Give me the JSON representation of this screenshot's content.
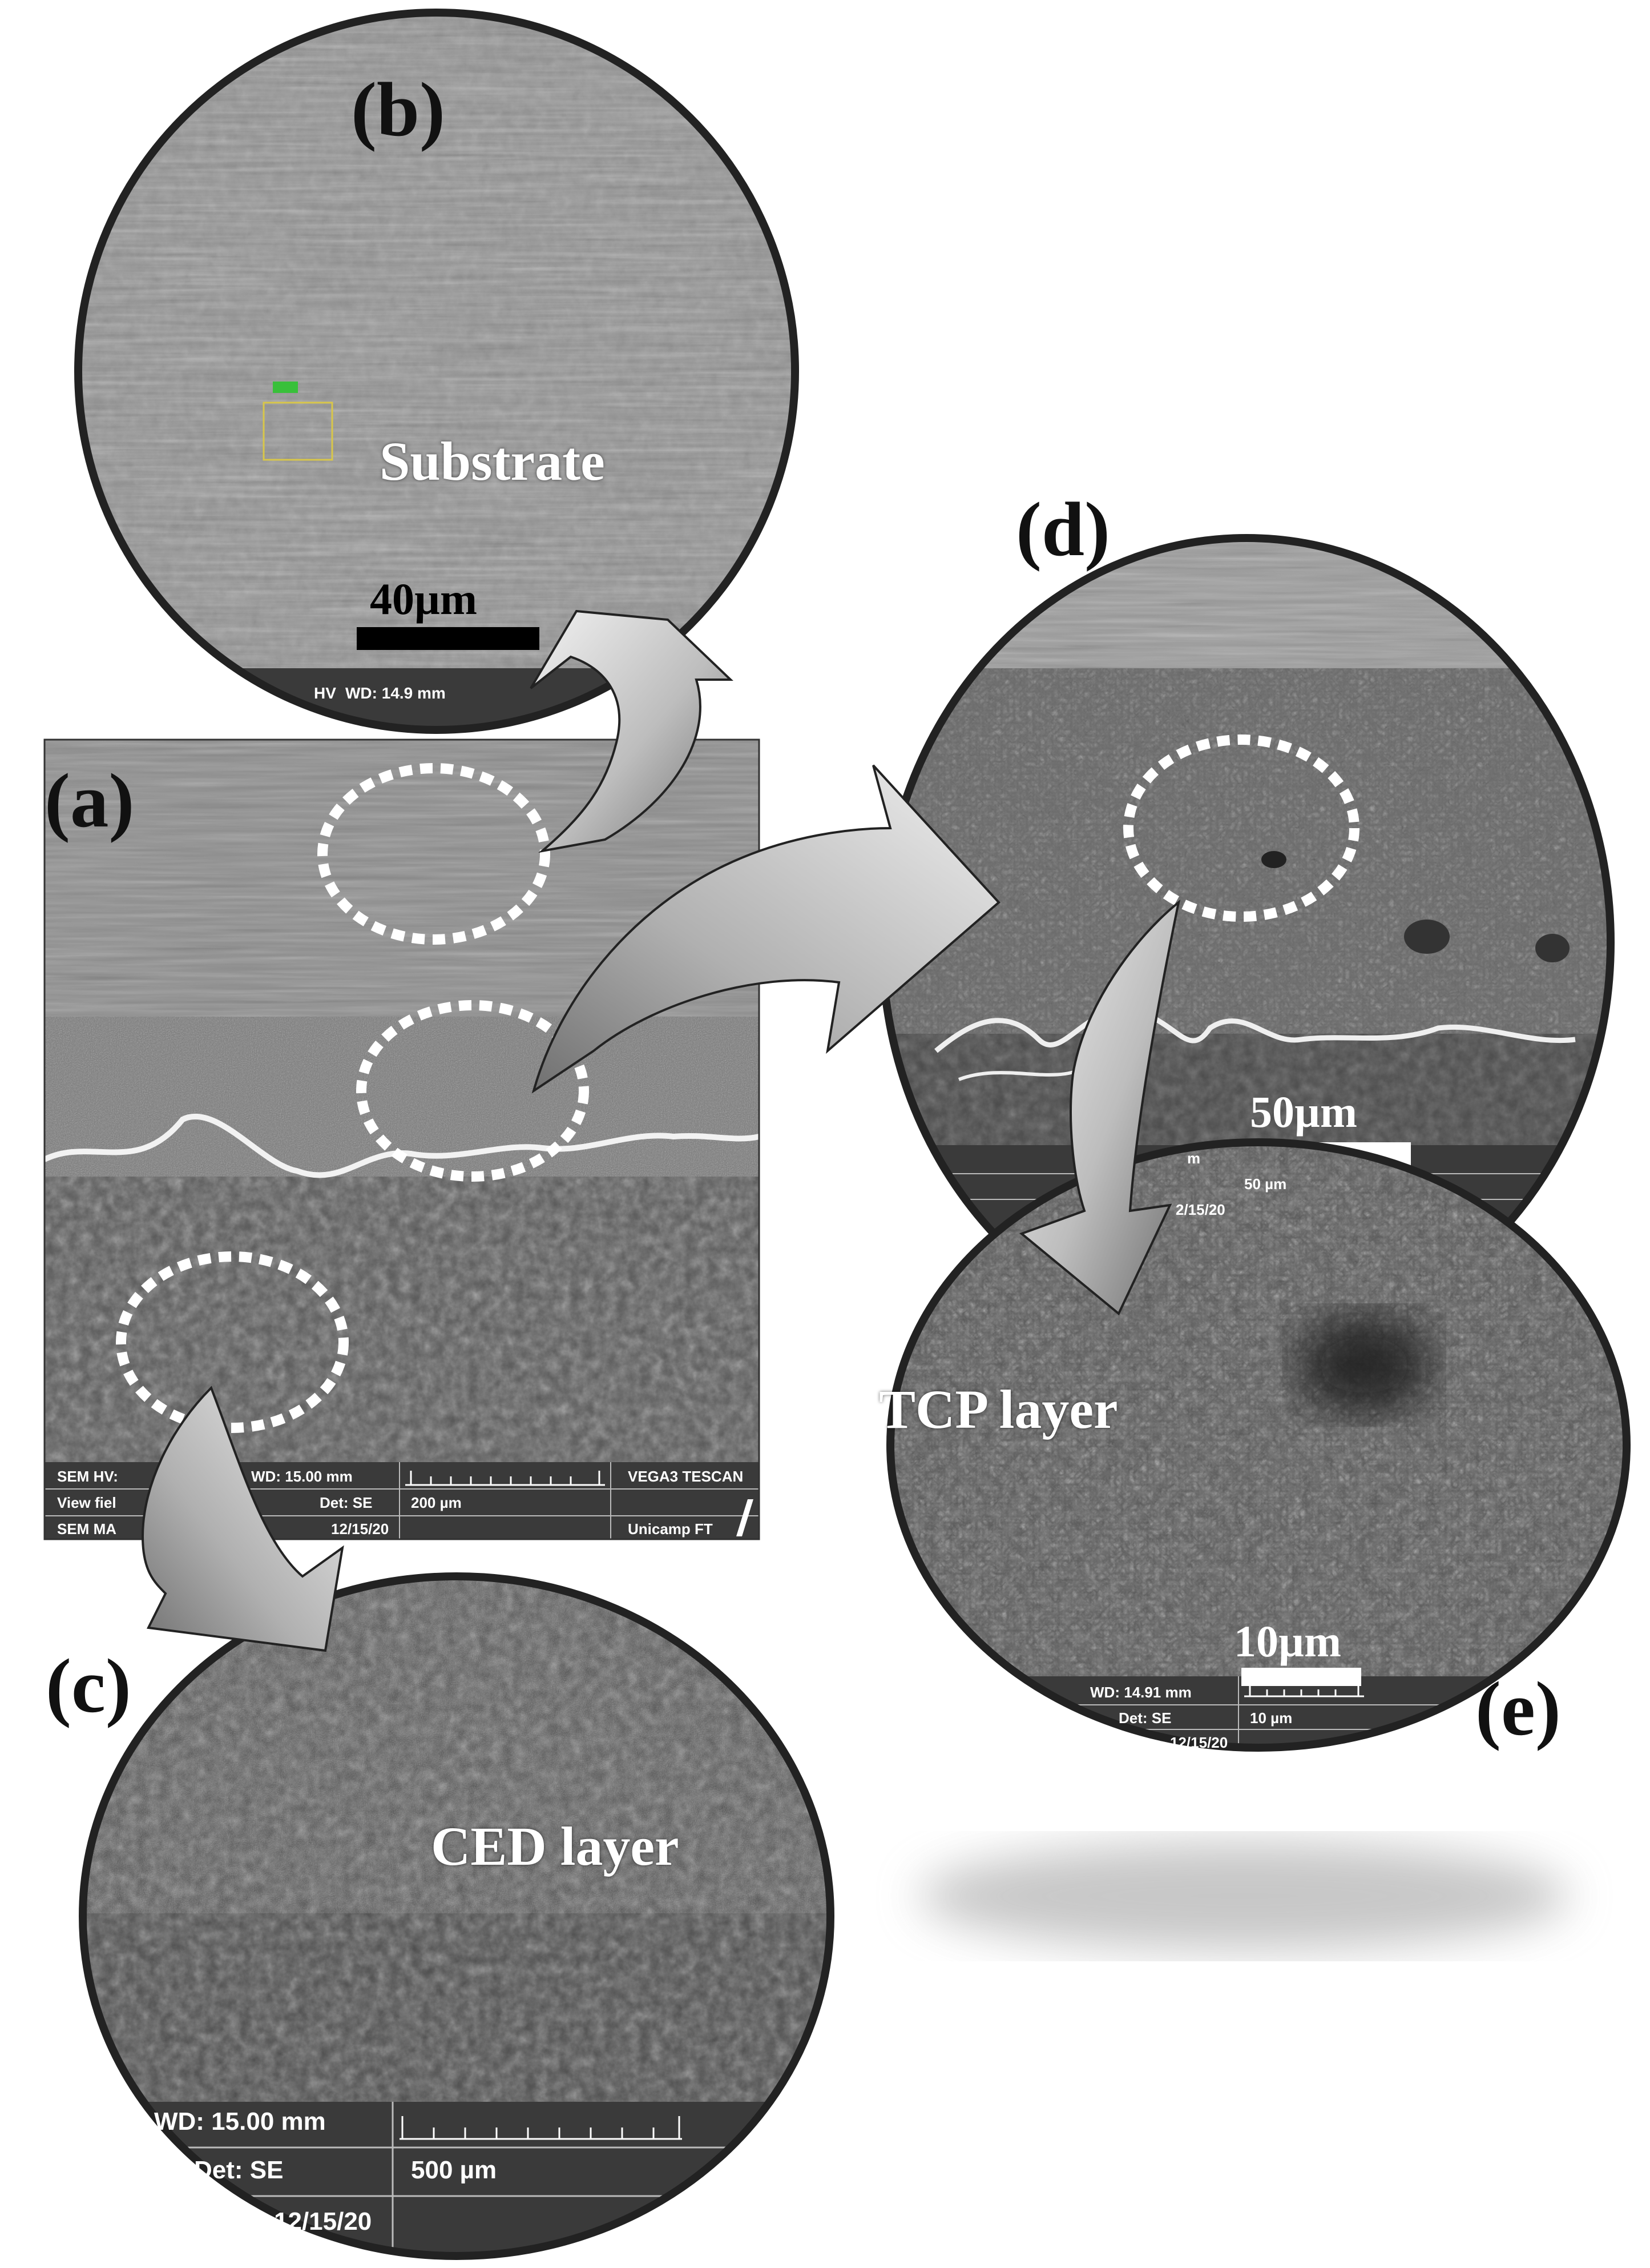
{
  "panels": {
    "a": {
      "letter": "(a)",
      "footer": {
        "sem_hv": "SEM HV:",
        "wd": "WD: 15.00 mm",
        "brand": "VEGA3 TESCAN",
        "view_field": "View fiel",
        "det": "Det: SE",
        "scale": "200 µm",
        "sem_mag": "SEM MA",
        "date": "12/15/20",
        "institution": "Unicamp FT"
      }
    },
    "b": {
      "letter": "(b)",
      "label": "Substrate",
      "scale_label": "40µm",
      "footer": {
        "hv": "HV",
        "wd": "WD: 14.9 mm"
      }
    },
    "c": {
      "letter": "(c)",
      "label": "CED layer",
      "footer": {
        "wd": "WD: 15.00 mm",
        "det": "Det: SE",
        "scale": "500 µm",
        "date": "12/15/20"
      }
    },
    "d": {
      "letter": "(d)",
      "scale_label": "50µm",
      "footer": {
        "scale": "50 µm",
        "date": "2/15/20",
        "frag": "m"
      }
    },
    "e": {
      "letter": "(e)",
      "label": "TCP layer",
      "scale_label": "10µm",
      "footer": {
        "wd": "WD: 14.91 mm",
        "det": "Det: SE",
        "scale": "10 µm",
        "date": "12/15/20"
      }
    }
  },
  "colors": {
    "circle_border": "#222222",
    "sem_gray": "#6a6a6a",
    "footer_bg": "#3a3a3a",
    "dashed_ellipse": "#ffffff",
    "arrow_light": "#e6e6e6",
    "arrow_dark": "#6e6e6e"
  }
}
